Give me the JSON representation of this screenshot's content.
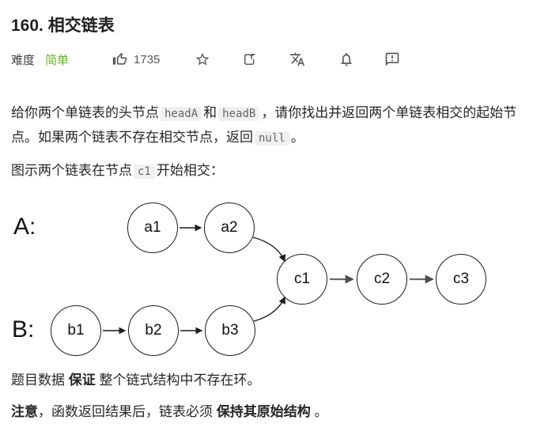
{
  "header": {
    "title": "160. 相交链表"
  },
  "meta": {
    "difficulty_label": "难度",
    "difficulty_value": "简单",
    "likes_count": "1735",
    "icon_names": [
      "thumbs-up-icon",
      "star-icon",
      "share-icon",
      "translate-icon",
      "bell-icon",
      "feedback-icon"
    ]
  },
  "colors": {
    "difficulty_easy": "#5bb327",
    "icon_gray": "#595959",
    "body_text": "#262626",
    "code_background": "#f0f0f0",
    "node_stroke": "#1c1c1c",
    "intersection_arrow_gray": "#6b6b6b"
  },
  "description": {
    "p1": {
      "t1": "给你两个单链表的头节点",
      "code1": "headA",
      "t2": "和",
      "code2": "headB",
      "t3": "，请你找出并返回两个单链表相交的起始节点。如果两个链表不存在相交节点，返回",
      "code3": "null",
      "t4": "。"
    },
    "p2": {
      "t1": "图示两个链表在节点",
      "code1": "c1",
      "t2": "开始相交："
    },
    "note1": {
      "t1": "题目数据 ",
      "b1": "保证",
      "t2": " 整个链式结构中不存在环。"
    },
    "note2": {
      "b1": "注意",
      "t1": "，函数返回结果后，链表必须 ",
      "b2": "保持其原始结构",
      "t2": " 。"
    }
  },
  "diagram": {
    "label_a": "A:",
    "label_b": "B:",
    "nodes": {
      "a1": "a1",
      "a2": "a2",
      "b1": "b1",
      "b2": "b2",
      "b3": "b3",
      "c1": "c1",
      "c2": "c2",
      "c3": "c3"
    },
    "edges": [
      {
        "from": "a1",
        "to": "a2"
      },
      {
        "from": "a2",
        "to": "c1"
      },
      {
        "from": "b1",
        "to": "b2"
      },
      {
        "from": "b2",
        "to": "b3"
      },
      {
        "from": "b3",
        "to": "c1"
      },
      {
        "from": "c1",
        "to": "c2"
      },
      {
        "from": "c2",
        "to": "c3"
      }
    ]
  }
}
